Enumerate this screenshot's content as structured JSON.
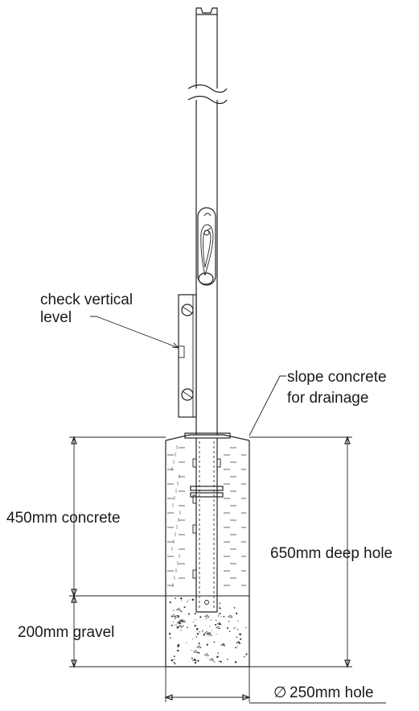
{
  "labels": {
    "check_level": [
      "check vertical",
      "level"
    ],
    "slope_concrete": [
      "slope concrete",
      "for drainage"
    ],
    "concrete_depth": "450mm concrete",
    "gravel_depth": "200mm gravel",
    "hole_depth": "650mm deep hole",
    "hole_diameter_symbol": "∅",
    "hole_diameter": "250mm hole"
  },
  "icons": {
    "pole": "pole-drawing",
    "spirit_level": "spirit-level-icon",
    "door_latch": "latch-icon"
  }
}
